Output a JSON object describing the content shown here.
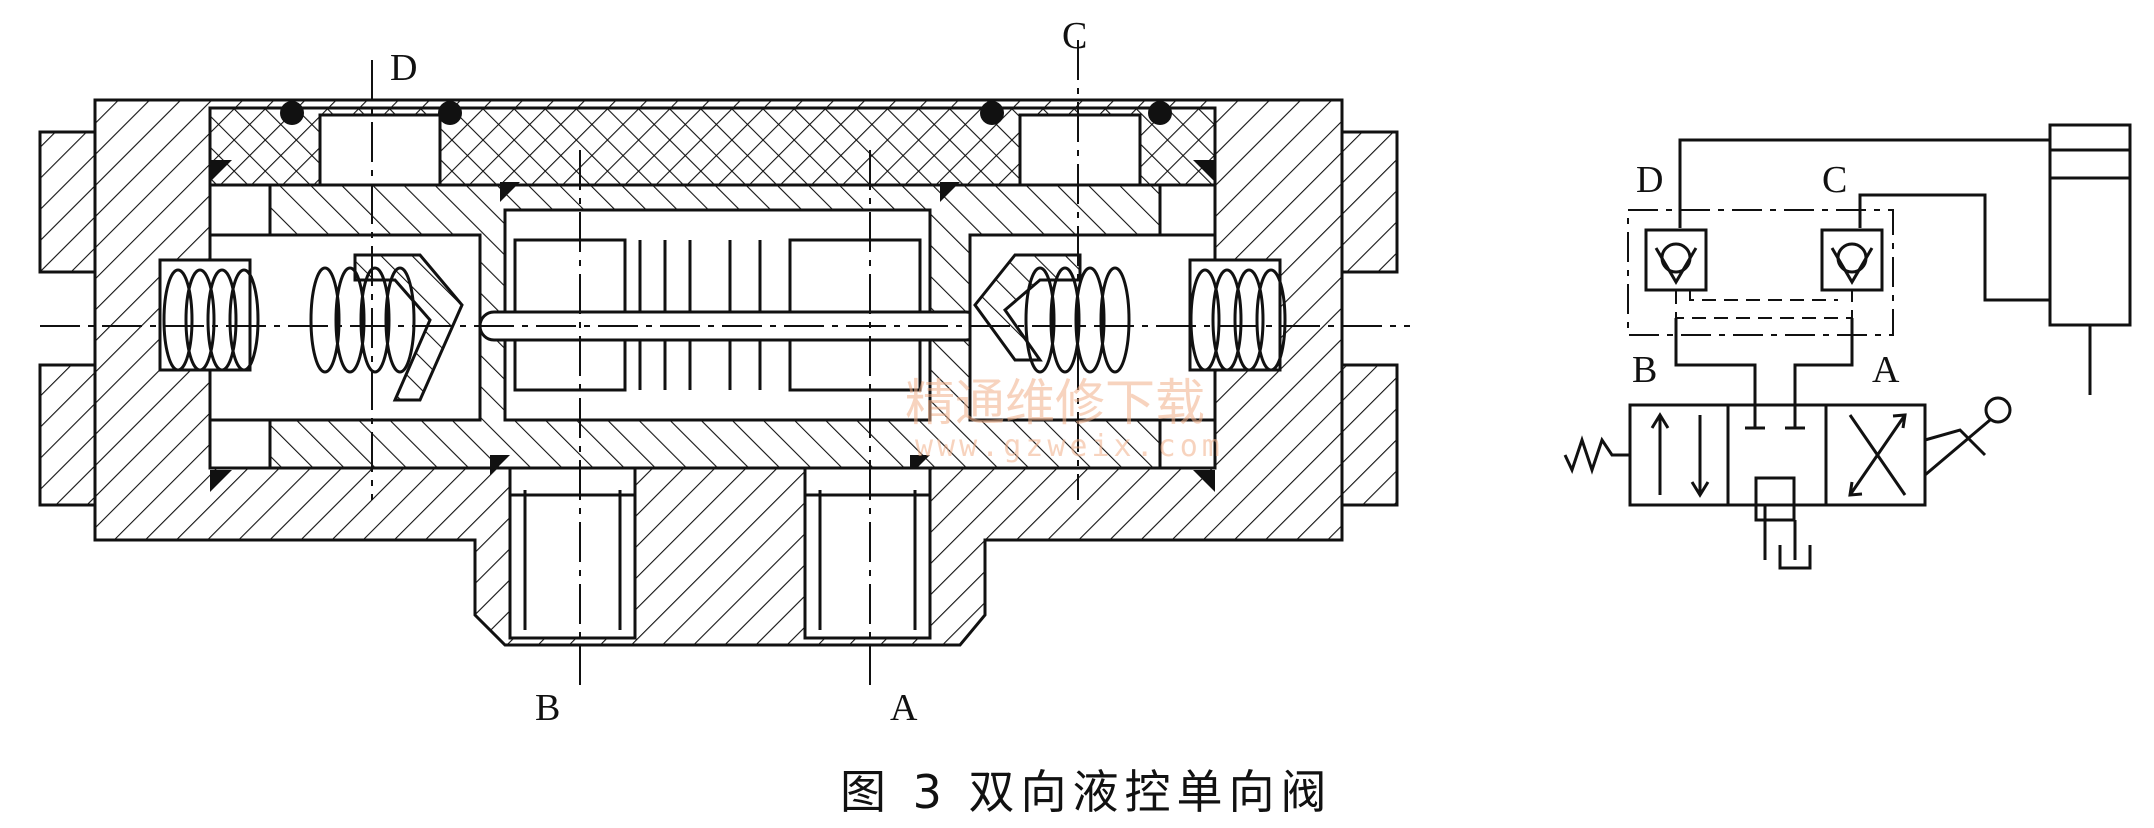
{
  "section_view": {
    "port_labels": {
      "d": "D",
      "c": "C",
      "b": "B",
      "a": "A"
    }
  },
  "schematic": {
    "port_labels": {
      "d": "D",
      "c": "C",
      "b": "B",
      "a": "A"
    }
  },
  "caption": "图 3   双向液控单向阀",
  "watermark": {
    "brand_text": "精通维修下载",
    "url_text": "www.gzweix.com"
  },
  "colors": {
    "ink": "#111111",
    "watermark": "#f2b08a"
  },
  "icons": [
    "spring-icon",
    "check-valve-icon",
    "lever-icon",
    "tank-icon"
  ]
}
